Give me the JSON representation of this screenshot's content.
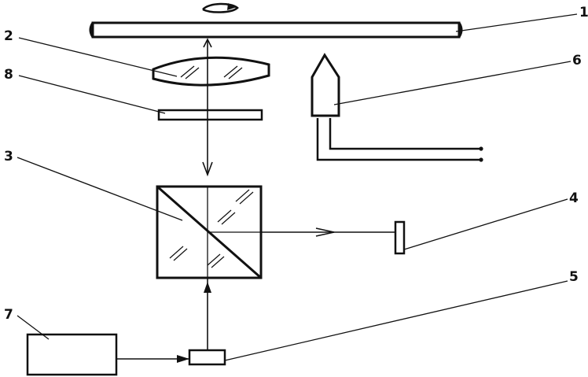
{
  "diagram": {
    "colors": {
      "ink": "#111111",
      "background": "#ffffff"
    },
    "labels": {
      "l1": "1",
      "l2": "2",
      "l3": "3",
      "l4": "4",
      "l5": "5",
      "l6": "6",
      "l7": "7",
      "l8": "8"
    }
  }
}
